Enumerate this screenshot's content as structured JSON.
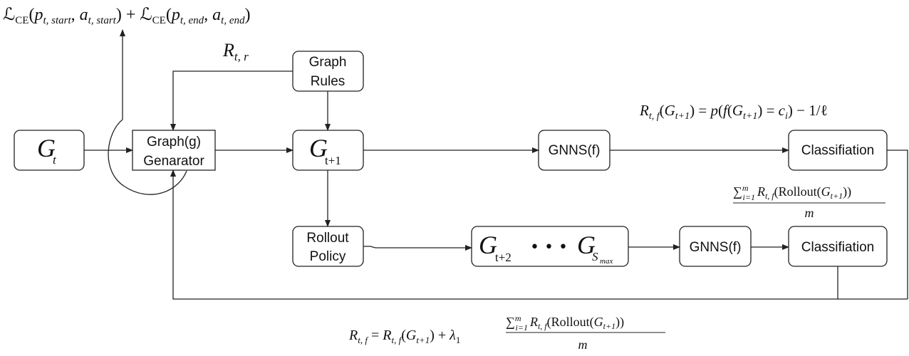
{
  "nodes": {
    "gt": {
      "symbol": "G",
      "sub": "t"
    },
    "generator": {
      "line1": "Graph(g)",
      "line2": "Genarator"
    },
    "rules": {
      "line1": "Graph",
      "line2": "Rules"
    },
    "gt1": {
      "symbol": "G",
      "sub": "t+1"
    },
    "gnns_top": {
      "label": "GNNS(f)"
    },
    "classif_top": {
      "label": "Classifiation"
    },
    "rollout": {
      "line1": "Rollout",
      "line2": "Policy"
    },
    "seq": {
      "symbol1": "G",
      "sub1": "t+2",
      "dots": "• • •",
      "symbol2": "G",
      "sub2": "S",
      "subsub2": "max"
    },
    "gnns_bot": {
      "label": "GNNS(f)"
    },
    "classif_bot": {
      "label": "Classifiation"
    }
  },
  "formulas": {
    "loss": {
      "L": "ℒ",
      "CE": "CE",
      "p": "p",
      "start": "t, start",
      "a": "a",
      "end": "t, end"
    },
    "r_rule": {
      "R": "R",
      "sub": "t, r"
    },
    "r_f_top": {
      "R": "R",
      "sub": "t, f",
      "G": "G",
      "gsub": "t+1",
      "p": "p",
      "f": "f",
      "c": "c",
      "csub": "i",
      "tail": "− 1/ℓ"
    },
    "rollout_frac": {
      "sum": "∑",
      "sup": "m",
      "sub": "i=1",
      "R": "R",
      "rsub": "t, f",
      "rollout": "Rollout",
      "G": "G",
      "gsub": "t+1",
      "den": "m"
    },
    "final": {
      "R": "R",
      "sub": "t, f",
      "lambda": "λ",
      "lsub": "1"
    }
  }
}
